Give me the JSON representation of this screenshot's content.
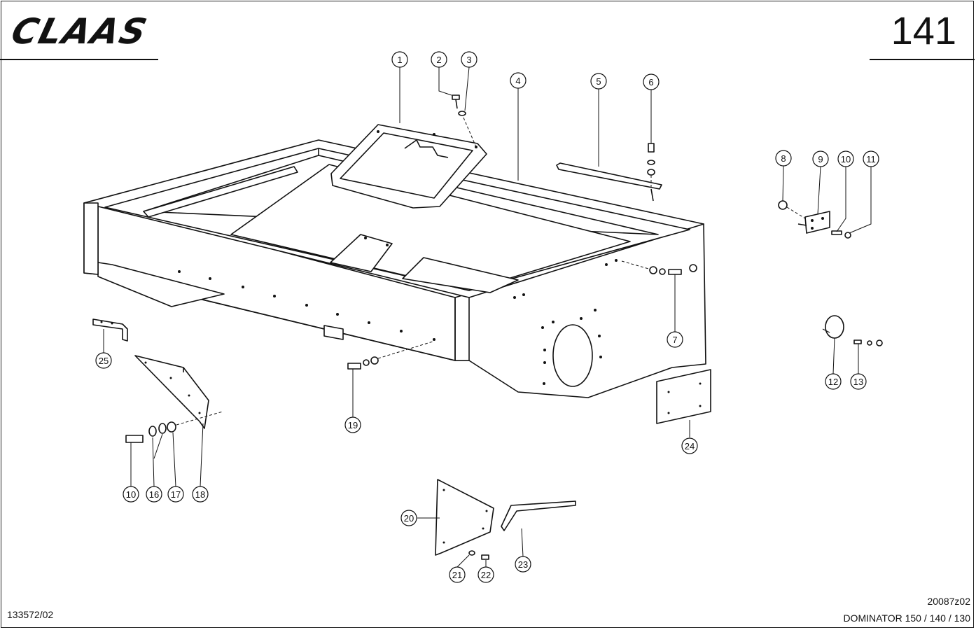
{
  "header": {
    "brand": "CLAAS",
    "page_number": "141"
  },
  "footer": {
    "document_code": "133572/02",
    "drawing_code": "20087z02",
    "model": "DOMINATOR 150 / 140 / 130"
  },
  "callouts": [
    "1",
    "2",
    "3",
    "4",
    "5",
    "6",
    "7",
    "8",
    "9",
    "10",
    "11",
    "12",
    "13",
    "19",
    "24",
    "25",
    "10",
    "16",
    "17",
    "18",
    "20",
    "21",
    "22",
    "23"
  ]
}
